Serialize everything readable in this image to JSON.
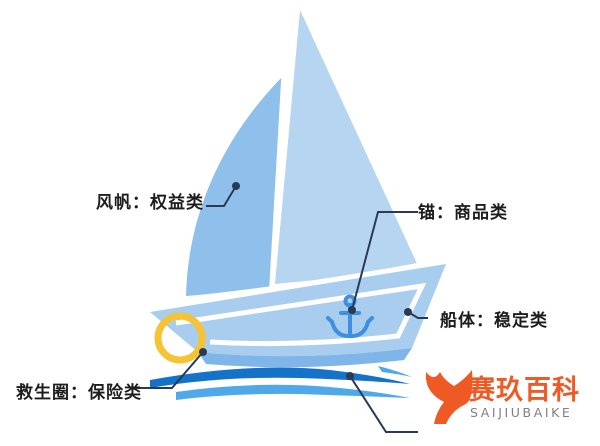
{
  "labels": {
    "sail": "风帆：权益类",
    "anchor": "锚：商品类",
    "hull": "船体：稳定类",
    "lifebuoy": "救生圈：保险类"
  },
  "watermark": {
    "name": "赛玖百科",
    "sub": "SAIJIUBAIKE",
    "icon": "whale-tail-icon"
  },
  "colors": {
    "sail_back": "#b6d5f1",
    "sail_front": "#8fc0ec",
    "hull": "#a8cdee",
    "hull_outline": "#ffffff",
    "anchor": "#3d8fe0",
    "lifebuoy": "#f5c334",
    "wave_dark": "#1473c8",
    "wave_light": "#4fa8ea",
    "leader_line": "#2a3a55",
    "brand_orange": "#ef5a24",
    "brand_text": "#7f7f7f"
  }
}
